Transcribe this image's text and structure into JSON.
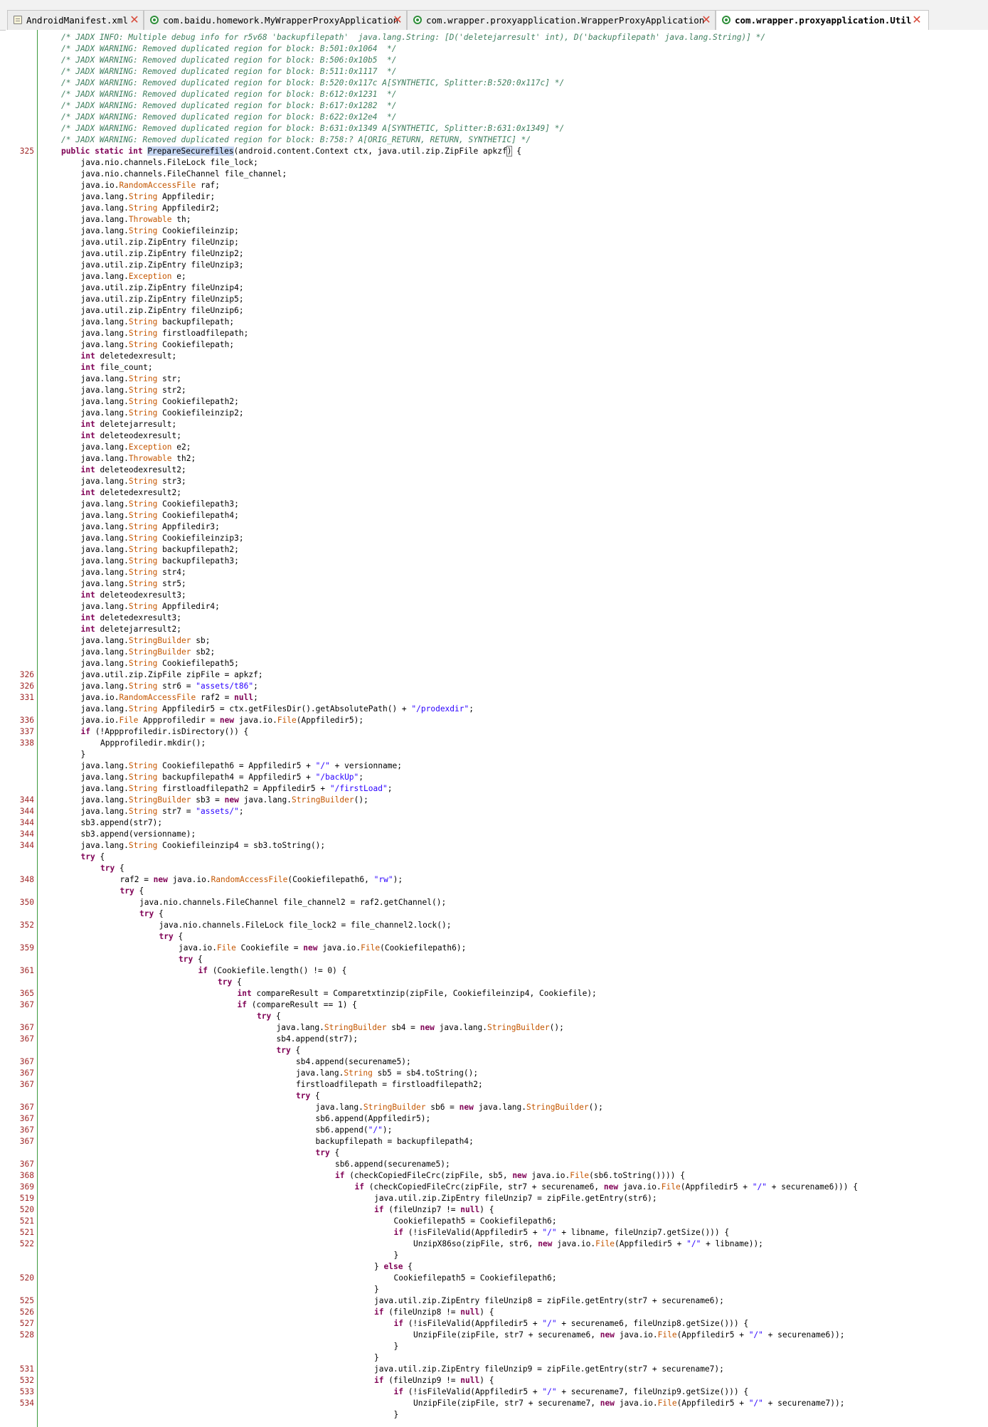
{
  "tabs": [
    {
      "icon": "xml-file-icon",
      "label": "AndroidManifest.xml",
      "active": false
    },
    {
      "icon": "class-icon",
      "label": "com.baidu.homework.MyWrapperProxyApplication",
      "active": false
    },
    {
      "icon": "class-icon",
      "label": "com.wrapper.proxyapplication.WrapperProxyApplication",
      "active": false
    },
    {
      "icon": "class-icon",
      "label": "com.wrapper.proxyapplication.Util",
      "active": true
    }
  ],
  "colors": {
    "keyword": "#7f0055",
    "comment": "#3f7f5f",
    "string": "#2a00ff",
    "type": "#c45600",
    "line_number": "#a02828",
    "gutter_border": "#3c9a3c",
    "close_icon": "#d84a3a"
  },
  "editor": {
    "lines": [
      {
        "ln": "",
        "indent": 1,
        "text": "/* JADX INFO: Multiple debug info for r5v68 'backupfilepath'  java.lang.String: [D('deletejarresult' int), D('backupfilepath' java.lang.String)] */"
      },
      {
        "ln": "",
        "indent": 1,
        "text": "/* JADX WARNING: Removed duplicated region for block: B:501:0x1064  */"
      },
      {
        "ln": "",
        "indent": 1,
        "text": "/* JADX WARNING: Removed duplicated region for block: B:506:0x10b5  */"
      },
      {
        "ln": "",
        "indent": 1,
        "text": "/* JADX WARNING: Removed duplicated region for block: B:511:0x1117  */"
      },
      {
        "ln": "",
        "indent": 1,
        "text": "/* JADX WARNING: Removed duplicated region for block: B:520:0x117c A[SYNTHETIC, Splitter:B:520:0x117c] */"
      },
      {
        "ln": "",
        "indent": 1,
        "text": "/* JADX WARNING: Removed duplicated region for block: B:612:0x1231  */"
      },
      {
        "ln": "",
        "indent": 1,
        "text": "/* JADX WARNING: Removed duplicated region for block: B:617:0x1282  */"
      },
      {
        "ln": "",
        "indent": 1,
        "text": "/* JADX WARNING: Removed duplicated region for block: B:622:0x12e4  */"
      },
      {
        "ln": "",
        "indent": 1,
        "text": "/* JADX WARNING: Removed duplicated region for block: B:631:0x1349 A[SYNTHETIC, Splitter:B:631:0x1349] */"
      },
      {
        "ln": "",
        "indent": 1,
        "text": "/* JADX WARNING: Removed duplicated region for block: B:758:? A[ORIG_RETURN, RETURN, SYNTHETIC] */"
      },
      {
        "ln": "325",
        "indent": 1,
        "text": "public static int PrepareSecurefiles(android.content.Context ctx, java.util.zip.ZipFile apkzf) {"
      },
      {
        "ln": "",
        "indent": 2,
        "text": "java.nio.channels.FileLock file_lock;"
      },
      {
        "ln": "",
        "indent": 2,
        "text": "java.nio.channels.FileChannel file_channel;"
      },
      {
        "ln": "",
        "indent": 2,
        "text": "java.io.RandomAccessFile raf;"
      },
      {
        "ln": "",
        "indent": 2,
        "text": "java.lang.String Appfiledir;"
      },
      {
        "ln": "",
        "indent": 2,
        "text": "java.lang.String Appfiledir2;"
      },
      {
        "ln": "",
        "indent": 2,
        "text": "java.lang.Throwable th;"
      },
      {
        "ln": "",
        "indent": 2,
        "text": "java.lang.String Cookiefileinzip;"
      },
      {
        "ln": "",
        "indent": 2,
        "text": "java.util.zip.ZipEntry fileUnzip;"
      },
      {
        "ln": "",
        "indent": 2,
        "text": "java.util.zip.ZipEntry fileUnzip2;"
      },
      {
        "ln": "",
        "indent": 2,
        "text": "java.util.zip.ZipEntry fileUnzip3;"
      },
      {
        "ln": "",
        "indent": 2,
        "text": "java.lang.Exception e;"
      },
      {
        "ln": "",
        "indent": 2,
        "text": "java.util.zip.ZipEntry fileUnzip4;"
      },
      {
        "ln": "",
        "indent": 2,
        "text": "java.util.zip.ZipEntry fileUnzip5;"
      },
      {
        "ln": "",
        "indent": 2,
        "text": "java.util.zip.ZipEntry fileUnzip6;"
      },
      {
        "ln": "",
        "indent": 2,
        "text": "java.lang.String backupfilepath;"
      },
      {
        "ln": "",
        "indent": 2,
        "text": "java.lang.String firstloadfilepath;"
      },
      {
        "ln": "",
        "indent": 2,
        "text": "java.lang.String Cookiefilepath;"
      },
      {
        "ln": "",
        "indent": 2,
        "text": "int deletedexresult;"
      },
      {
        "ln": "",
        "indent": 2,
        "text": "int file_count;"
      },
      {
        "ln": "",
        "indent": 2,
        "text": "java.lang.String str;"
      },
      {
        "ln": "",
        "indent": 2,
        "text": "java.lang.String str2;"
      },
      {
        "ln": "",
        "indent": 2,
        "text": "java.lang.String Cookiefilepath2;"
      },
      {
        "ln": "",
        "indent": 2,
        "text": "java.lang.String Cookiefileinzip2;"
      },
      {
        "ln": "",
        "indent": 2,
        "text": "int deletejarresult;"
      },
      {
        "ln": "",
        "indent": 2,
        "text": "int deleteodexresult;"
      },
      {
        "ln": "",
        "indent": 2,
        "text": "java.lang.Exception e2;"
      },
      {
        "ln": "",
        "indent": 2,
        "text": "java.lang.Throwable th2;"
      },
      {
        "ln": "",
        "indent": 2,
        "text": "int deleteodexresult2;"
      },
      {
        "ln": "",
        "indent": 2,
        "text": "java.lang.String str3;"
      },
      {
        "ln": "",
        "indent": 2,
        "text": "int deletedexresult2;"
      },
      {
        "ln": "",
        "indent": 2,
        "text": "java.lang.String Cookiefilepath3;"
      },
      {
        "ln": "",
        "indent": 2,
        "text": "java.lang.String Cookiefilepath4;"
      },
      {
        "ln": "",
        "indent": 2,
        "text": "java.lang.String Appfiledir3;"
      },
      {
        "ln": "",
        "indent": 2,
        "text": "java.lang.String Cookiefileinzip3;"
      },
      {
        "ln": "",
        "indent": 2,
        "text": "java.lang.String backupfilepath2;"
      },
      {
        "ln": "",
        "indent": 2,
        "text": "java.lang.String backupfilepath3;"
      },
      {
        "ln": "",
        "indent": 2,
        "text": "java.lang.String str4;"
      },
      {
        "ln": "",
        "indent": 2,
        "text": "java.lang.String str5;"
      },
      {
        "ln": "",
        "indent": 2,
        "text": "int deleteodexresult3;"
      },
      {
        "ln": "",
        "indent": 2,
        "text": "java.lang.String Appfiledir4;"
      },
      {
        "ln": "",
        "indent": 2,
        "text": "int deletedexresult3;"
      },
      {
        "ln": "",
        "indent": 2,
        "text": "int deletejarresult2;"
      },
      {
        "ln": "",
        "indent": 2,
        "text": "java.lang.StringBuilder sb;"
      },
      {
        "ln": "",
        "indent": 2,
        "text": "java.lang.StringBuilder sb2;"
      },
      {
        "ln": "",
        "indent": 2,
        "text": "java.lang.String Cookiefilepath5;"
      },
      {
        "ln": "326",
        "indent": 2,
        "text": "java.util.zip.ZipFile zipFile = apkzf;"
      },
      {
        "ln": "326",
        "indent": 2,
        "text": "java.lang.String str6 = \"assets/t86\";"
      },
      {
        "ln": "331",
        "indent": 2,
        "text": "java.io.RandomAccessFile raf2 = null;"
      },
      {
        "ln": "",
        "indent": 2,
        "text": "java.lang.String Appfiledir5 = ctx.getFilesDir().getAbsolutePath() + \"/prodexdir\";"
      },
      {
        "ln": "336",
        "indent": 2,
        "text": "java.io.File Appprofiledir = new java.io.File(Appfiledir5);"
      },
      {
        "ln": "337",
        "indent": 2,
        "text": "if (!Appprofiledir.isDirectory()) {"
      },
      {
        "ln": "338",
        "indent": 3,
        "text": "Appprofiledir.mkdir();"
      },
      {
        "ln": "",
        "indent": 2,
        "text": "}"
      },
      {
        "ln": "",
        "indent": 2,
        "text": "java.lang.String Cookiefilepath6 = Appfiledir5 + \"/\" + versionname;"
      },
      {
        "ln": "",
        "indent": 2,
        "text": "java.lang.String backupfilepath4 = Appfiledir5 + \"/backUp\";"
      },
      {
        "ln": "",
        "indent": 2,
        "text": "java.lang.String firstloadfilepath2 = Appfiledir5 + \"/firstLoad\";"
      },
      {
        "ln": "344",
        "indent": 2,
        "text": "java.lang.StringBuilder sb3 = new java.lang.StringBuilder();"
      },
      {
        "ln": "344",
        "indent": 2,
        "text": "java.lang.String str7 = \"assets/\";"
      },
      {
        "ln": "344",
        "indent": 2,
        "text": "sb3.append(str7);"
      },
      {
        "ln": "344",
        "indent": 2,
        "text": "sb3.append(versionname);"
      },
      {
        "ln": "344",
        "indent": 2,
        "text": "java.lang.String Cookiefileinzip4 = sb3.toString();"
      },
      {
        "ln": "",
        "indent": 2,
        "text": "try {"
      },
      {
        "ln": "",
        "indent": 3,
        "text": "try {"
      },
      {
        "ln": "348",
        "indent": 4,
        "text": "raf2 = new java.io.RandomAccessFile(Cookiefilepath6, \"rw\");"
      },
      {
        "ln": "",
        "indent": 4,
        "text": "try {"
      },
      {
        "ln": "350",
        "indent": 5,
        "text": "java.nio.channels.FileChannel file_channel2 = raf2.getChannel();"
      },
      {
        "ln": "",
        "indent": 5,
        "text": "try {"
      },
      {
        "ln": "352",
        "indent": 6,
        "text": "java.nio.channels.FileLock file_lock2 = file_channel2.lock();"
      },
      {
        "ln": "",
        "indent": 6,
        "text": "try {"
      },
      {
        "ln": "359",
        "indent": 7,
        "text": "java.io.File Cookiefile = new java.io.File(Cookiefilepath6);"
      },
      {
        "ln": "",
        "indent": 7,
        "text": "try {"
      },
      {
        "ln": "361",
        "indent": 8,
        "text": "if (Cookiefile.length() != 0) {"
      },
      {
        "ln": "",
        "indent": 9,
        "text": "try {"
      },
      {
        "ln": "365",
        "indent": 10,
        "text": "int compareResult = Comparetxtinzip(zipFile, Cookiefileinzip4, Cookiefile);"
      },
      {
        "ln": "367",
        "indent": 10,
        "text": "if (compareResult == 1) {"
      },
      {
        "ln": "",
        "indent": 11,
        "text": "try {"
      },
      {
        "ln": "367",
        "indent": 12,
        "text": "java.lang.StringBuilder sb4 = new java.lang.StringBuilder();"
      },
      {
        "ln": "367",
        "indent": 12,
        "text": "sb4.append(str7);"
      },
      {
        "ln": "",
        "indent": 12,
        "text": "try {"
      },
      {
        "ln": "367",
        "indent": 13,
        "text": "sb4.append(securename5);"
      },
      {
        "ln": "367",
        "indent": 13,
        "text": "java.lang.String sb5 = sb4.toString();"
      },
      {
        "ln": "367",
        "indent": 13,
        "text": "firstloadfilepath = firstloadfilepath2;"
      },
      {
        "ln": "",
        "indent": 13,
        "text": "try {"
      },
      {
        "ln": "367",
        "indent": 14,
        "text": "java.lang.StringBuilder sb6 = new java.lang.StringBuilder();"
      },
      {
        "ln": "367",
        "indent": 14,
        "text": "sb6.append(Appfiledir5);"
      },
      {
        "ln": "367",
        "indent": 14,
        "text": "sb6.append(\"/\");"
      },
      {
        "ln": "367",
        "indent": 14,
        "text": "backupfilepath = backupfilepath4;"
      },
      {
        "ln": "",
        "indent": 14,
        "text": "try {"
      },
      {
        "ln": "367",
        "indent": 15,
        "text": "sb6.append(securename5);"
      },
      {
        "ln": "368",
        "indent": 15,
        "text": "if (checkCopiedFileCrc(zipFile, sb5, new java.io.File(sb6.toString()))) {"
      },
      {
        "ln": "369",
        "indent": 16,
        "text": "if (checkCopiedFileCrc(zipFile, str7 + securename6, new java.io.File(Appfiledir5 + \"/\" + securename6))) {"
      },
      {
        "ln": "519",
        "indent": 17,
        "text": "java.util.zip.ZipEntry fileUnzip7 = zipFile.getEntry(str6);"
      },
      {
        "ln": "520",
        "indent": 17,
        "text": "if (fileUnzip7 != null) {"
      },
      {
        "ln": "521",
        "indent": 18,
        "text": "Cookiefilepath5 = Cookiefilepath6;"
      },
      {
        "ln": "521",
        "indent": 18,
        "text": "if (!isFileValid(Appfiledir5 + \"/\" + libname, fileUnzip7.getSize())) {"
      },
      {
        "ln": "522",
        "indent": 19,
        "text": "UnzipX86so(zipFile, str6, new java.io.File(Appfiledir5 + \"/\" + libname));"
      },
      {
        "ln": "",
        "indent": 18,
        "text": "}"
      },
      {
        "ln": "",
        "indent": 17,
        "text": "} else {"
      },
      {
        "ln": "520",
        "indent": 18,
        "text": "Cookiefilepath5 = Cookiefilepath6;"
      },
      {
        "ln": "",
        "indent": 17,
        "text": "}"
      },
      {
        "ln": "525",
        "indent": 17,
        "text": "java.util.zip.ZipEntry fileUnzip8 = zipFile.getEntry(str7 + securename6);"
      },
      {
        "ln": "526",
        "indent": 17,
        "text": "if (fileUnzip8 != null) {"
      },
      {
        "ln": "527",
        "indent": 18,
        "text": "if (!isFileValid(Appfiledir5 + \"/\" + securename6, fileUnzip8.getSize())) {"
      },
      {
        "ln": "528",
        "indent": 19,
        "text": "UnzipFile(zipFile, str7 + securename6, new java.io.File(Appfiledir5 + \"/\" + securename6));"
      },
      {
        "ln": "",
        "indent": 18,
        "text": "}"
      },
      {
        "ln": "",
        "indent": 17,
        "text": "}"
      },
      {
        "ln": "531",
        "indent": 17,
        "text": "java.util.zip.ZipEntry fileUnzip9 = zipFile.getEntry(str7 + securename7);"
      },
      {
        "ln": "532",
        "indent": 17,
        "text": "if (fileUnzip9 != null) {"
      },
      {
        "ln": "533",
        "indent": 18,
        "text": "if (!isFileValid(Appfiledir5 + \"/\" + securename7, fileUnzip9.getSize())) {"
      },
      {
        "ln": "534",
        "indent": 19,
        "text": "UnzipFile(zipFile, str7 + securename7, new java.io.File(Appfiledir5 + \"/\" + securename7));"
      },
      {
        "ln": "",
        "indent": 18,
        "text": "}"
      }
    ]
  }
}
